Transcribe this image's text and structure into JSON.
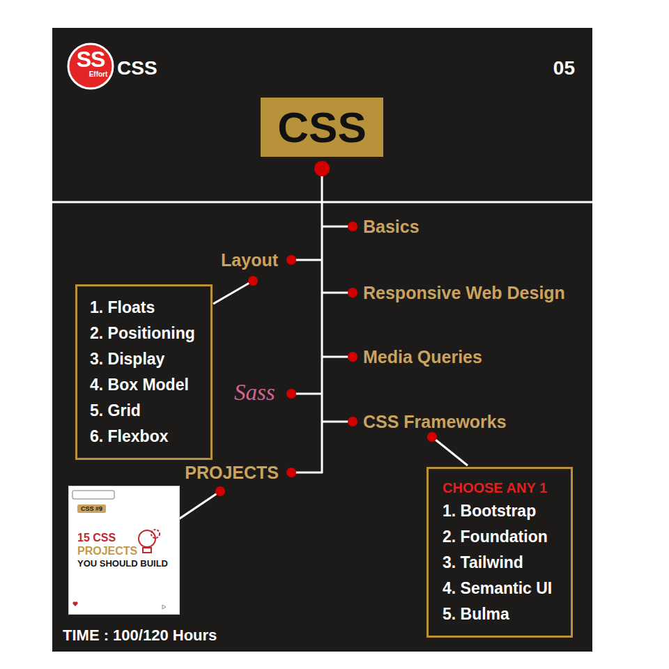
{
  "diagram": {
    "nodes": [
      {
        "text": [
          "SS",
          "Effort"
        ]
      },
      {
        "text": [
          "CSS"
        ]
      },
      {
        "text": [
          "1. Floats",
          "2. Positioning",
          "3. Display",
          "4. Box Model",
          "5. Grid",
          "6. Flexbox"
        ]
      },
      {
        "text": [
          "CSS #9",
          "15 CSS",
          "PROJECTS",
          "YOU SHOULD BUILD"
        ]
      },
      {
        "text": [
          "CHOOSE ANY 1",
          "1. Bootstrap",
          "2. Foundation",
          "3. Tailwind",
          "4. Semantic UI",
          "5. Bulma"
        ]
      }
    ],
    "labels": [
      "CSS",
      "05",
      "Basics",
      "Layout",
      "Responsive Web Design",
      "Media Queries",
      "Sass",
      "CSS Frameworks",
      "PROJECTS",
      "TIME : 100/120 Hours"
    ]
  }
}
